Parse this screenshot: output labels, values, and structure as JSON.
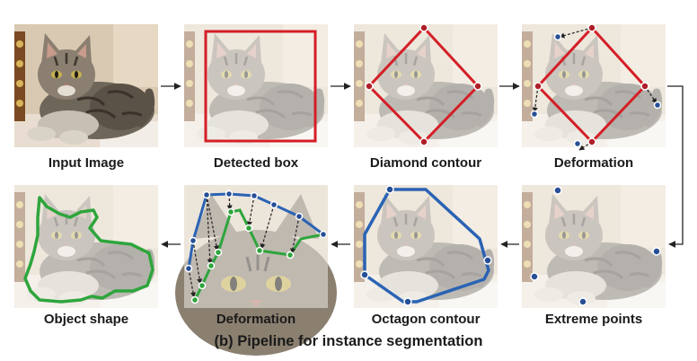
{
  "stages_row1": [
    {
      "label": "Input Image"
    },
    {
      "label": "Detected box"
    },
    {
      "label": "Diamond contour"
    },
    {
      "label": "Deformation"
    }
  ],
  "stages_row2": [
    {
      "label": "Object shape"
    },
    {
      "label": "Deformation"
    },
    {
      "label": "Octagon contour"
    },
    {
      "label": "Extreme points"
    }
  ],
  "caption": "(b) Pipeline for instance segmentation",
  "colors": {
    "box": "#d41f27",
    "diamond": "#d41f27",
    "octagon": "#2a63b4",
    "contour_blue": "#2a63b4",
    "contour_green": "#2ea53c",
    "object": "#2ea53c",
    "vertex_red": "#b01e28",
    "vertex_blue": "#274f96",
    "arrow": "#222222"
  }
}
